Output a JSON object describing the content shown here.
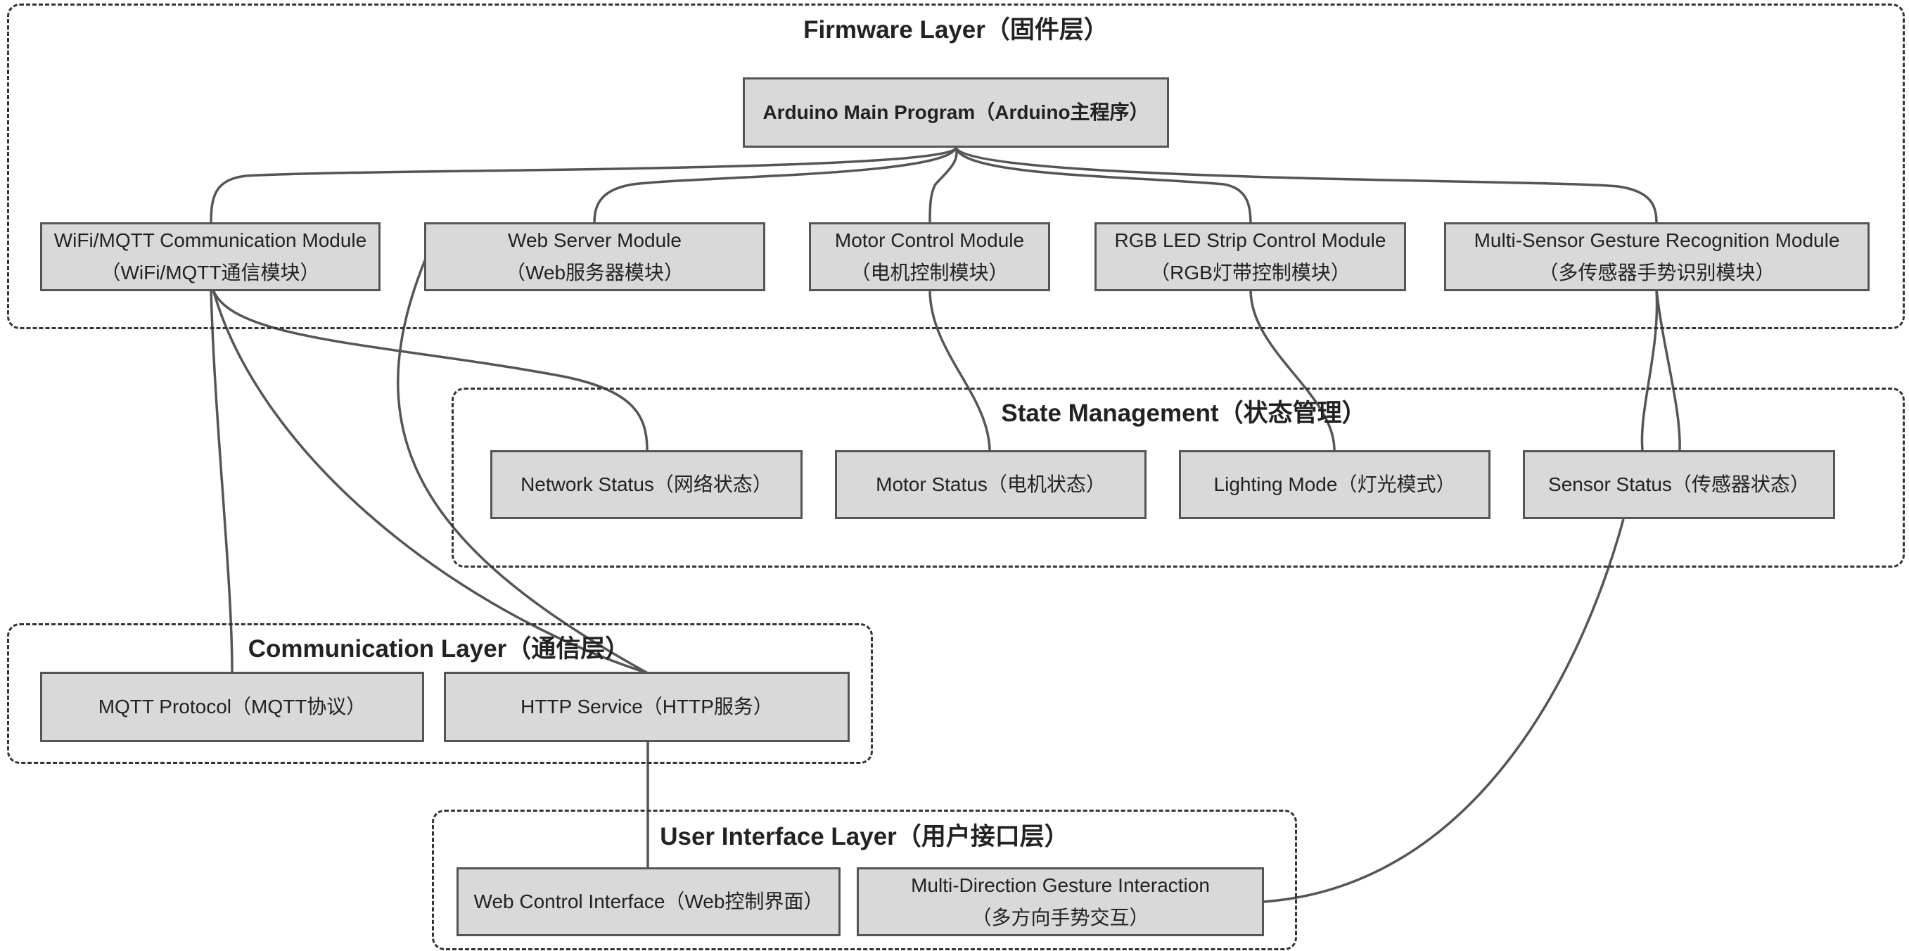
{
  "groups": {
    "firmware": "Firmware Layer（固件层）",
    "state": "State Management（状态管理）",
    "communication": "Communication Layer（通信层）",
    "ui": "User Interface Layer（用户接口层）"
  },
  "nodes": {
    "arduino": {
      "line1": "Arduino Main Program（Arduino主程序）"
    },
    "wifi": {
      "line1": "WiFi/MQTT Communication Module",
      "line2": "（WiFi/MQTT通信模块）"
    },
    "web": {
      "line1": "Web Server Module",
      "line2": "（Web服务器模块）"
    },
    "motor": {
      "line1": "Motor Control Module",
      "line2": "（电机控制模块）"
    },
    "rgb": {
      "line1": "RGB LED Strip Control Module",
      "line2": "（RGB灯带控制模块）"
    },
    "sensor": {
      "line1": "Multi-Sensor Gesture Recognition Module",
      "line2": "（多传感器手势识别模块）"
    },
    "network_status": {
      "line1": "Network Status（网络状态）"
    },
    "motor_status": {
      "line1": "Motor Status（电机状态）"
    },
    "lighting_mode": {
      "line1": "Lighting Mode（灯光模式）"
    },
    "sensor_status": {
      "line1": "Sensor Status（传感器状态）"
    },
    "mqtt": {
      "line1": "MQTT Protocol（MQTT协议）"
    },
    "http": {
      "line1": "HTTP Service（HTTP服务）"
    },
    "web_ui": {
      "line1": "Web Control Interface（Web控制界面）"
    },
    "gesture_ui": {
      "line1": "Multi-Direction Gesture Interaction",
      "line2": "（多方向手势交互）"
    }
  },
  "edges": [
    [
      "arduino",
      "wifi"
    ],
    [
      "arduino",
      "web"
    ],
    [
      "arduino",
      "motor"
    ],
    [
      "arduino",
      "rgb"
    ],
    [
      "arduino",
      "sensor"
    ],
    [
      "wifi",
      "network_status"
    ],
    [
      "wifi",
      "mqtt"
    ],
    [
      "wifi",
      "http"
    ],
    [
      "web",
      "http"
    ],
    [
      "motor",
      "motor_status"
    ],
    [
      "rgb",
      "lighting_mode"
    ],
    [
      "sensor",
      "sensor_status"
    ],
    [
      "http",
      "web_ui"
    ],
    [
      "sensor",
      "gesture_ui"
    ]
  ],
  "colors": {
    "node_fill": "#d9d9d9",
    "node_border": "#555555",
    "edge": "#555555",
    "group_border": "#333333"
  }
}
